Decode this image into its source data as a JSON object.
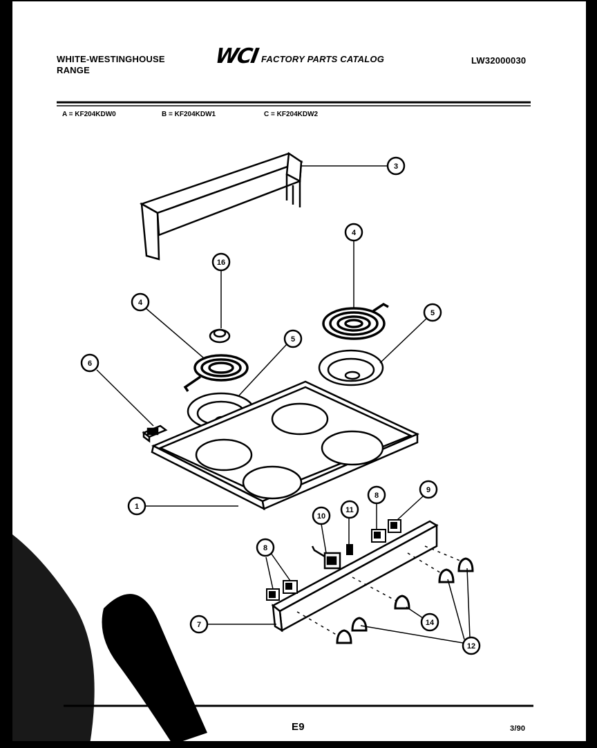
{
  "header": {
    "maker": "WHITE-WESTINGHOUSE",
    "product": "RANGE",
    "logo_text": "WCI",
    "catalog_title": "FACTORY PARTS CATALOG",
    "doc_number": "LW32000030"
  },
  "models": [
    {
      "code": "A",
      "model": "KF204KDW0",
      "label": "A = KF204KDW0"
    },
    {
      "code": "B",
      "model": "KF204KDW1",
      "label": "B = KF204KDW1"
    },
    {
      "code": "C",
      "model": "KF204KDW2",
      "label": "C = KF204KDW2"
    }
  ],
  "callouts": {
    "c1": "1",
    "c3": "3",
    "c4a": "4",
    "c4b": "4",
    "c5a": "5",
    "c5b": "5",
    "c6": "6",
    "c7": "7",
    "c8a": "8",
    "c8b": "8",
    "c9": "9",
    "c10": "10",
    "c11": "11",
    "c12": "12",
    "c14": "14",
    "c16": "16"
  },
  "footer": {
    "page": "E9",
    "date": "3/90"
  },
  "colors": {
    "paper": "#ffffff",
    "ink": "#000000",
    "border": "#000000"
  }
}
